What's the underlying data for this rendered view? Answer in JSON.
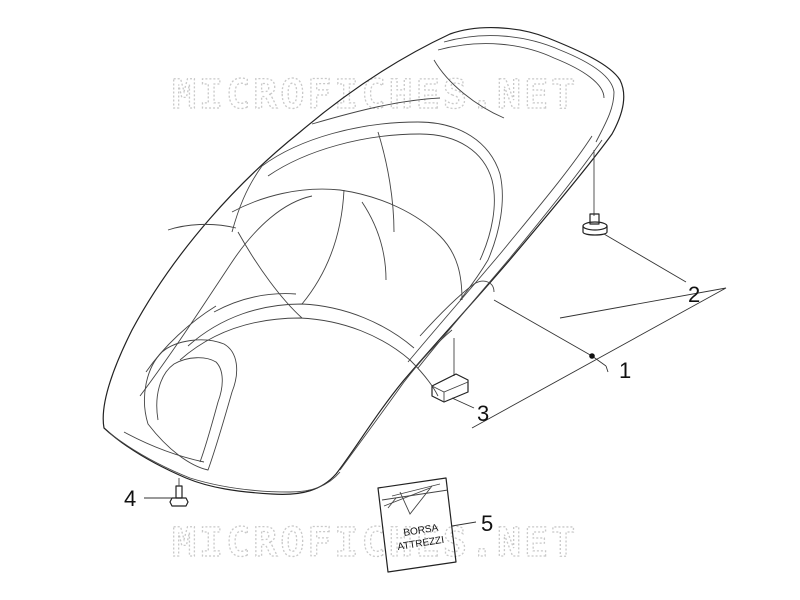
{
  "watermark": {
    "top": "MICROFICHES.NET",
    "bottom": "MICROFICHES.NET"
  },
  "callouts": {
    "c1": "1",
    "c2": "2",
    "c3": "3",
    "c4": "4",
    "c5": "5"
  },
  "tool_bag": {
    "line1": "BORSA",
    "line2": "ATTREZZI"
  }
}
